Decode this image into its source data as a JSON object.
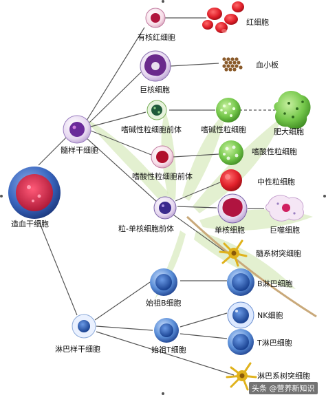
{
  "labels": {
    "nucleated_rbc": "有核红细胞",
    "rbc": "红细胞",
    "megakaryocyte": "巨核细胞",
    "platelet": "血小板",
    "basophil_precursor": "嗜碱性粒细胞前体",
    "basophil": "嗜碱性粒细胞",
    "mast_cell": "肥大细胞",
    "myeloid_stem": "髓样干细胞",
    "eosinophil_precursor": "嗜酸性粒细胞前体",
    "eosinophil": "嗜酸性粒细胞",
    "neutrophil": "中性粒细胞",
    "hsc": "造血干细胞",
    "gm_precursor": "粒-单核细胞前体",
    "monocyte": "单核细胞",
    "macrophage": "巨噬细胞",
    "myeloid_dc": "髓系树突细胞",
    "pro_b": "始祖B细胞",
    "b_cell": "B淋巴细胞",
    "nk_cell": "NK细胞",
    "lymphoid_stem": "淋巴样干细胞",
    "pro_t": "始祖T细胞",
    "t_cell": "T淋巴细胞",
    "lymphoid_dc": "淋巴系树突细胞"
  },
  "watermark": "头条 @营养新知识",
  "colors": {
    "background": "#ffffff",
    "line": "#555555",
    "leaf": "#d9ebc0",
    "leaf_vein": "#b8d49a",
    "red_cell": "#e0202a",
    "nucleus_red": "#c4142a",
    "nucleus_purple": "#5b2a8c",
    "green_cell": "#74c74a",
    "blue_cell": "#2d5fb4",
    "dendritic": "#e0b21c",
    "label_text": "#111111"
  }
}
